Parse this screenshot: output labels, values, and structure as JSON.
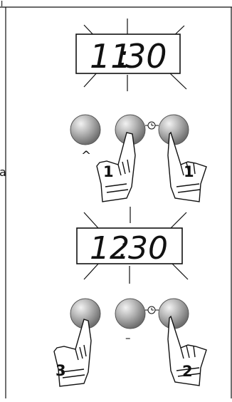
{
  "top_panel": {
    "display": {
      "digits_left": "11",
      "colon": ":",
      "digits_right": "30"
    },
    "buttons": {
      "minus_symbol": "^",
      "center_symbol": "–",
      "plus_symbol": "+",
      "clock_icon": "clock-icon"
    },
    "steps": {
      "left_hand": "1",
      "right_hand": "1"
    }
  },
  "bottom_panel": {
    "display": {
      "digits_left": "12",
      "colon": ":",
      "digits_right": "30"
    },
    "buttons": {
      "minus_symbol": "^",
      "center_symbol": "–",
      "plus_symbol": "+",
      "clock_icon": "clock-icon"
    },
    "steps": {
      "left_hand": "3",
      "right_hand": "2"
    }
  },
  "side_label": "a",
  "top_marker": "I",
  "colors": {
    "line": "#111111",
    "button_fill_light": "#e2e2e2",
    "button_fill_dark": "#7d7d7d",
    "display_text": "#111111"
  }
}
